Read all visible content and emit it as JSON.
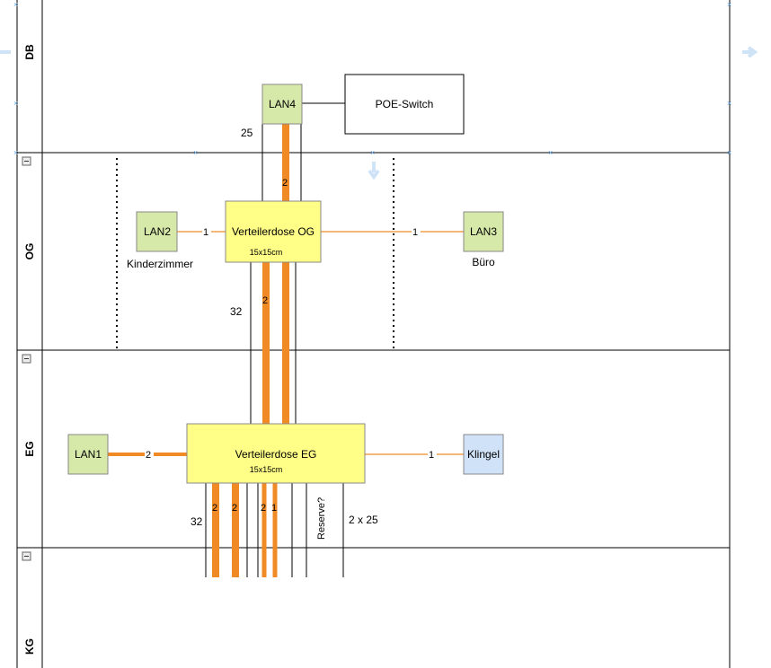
{
  "lanes": [
    {
      "id": "DB",
      "label": "DB",
      "collapse_icon": false
    },
    {
      "id": "OG",
      "label": "OG",
      "collapse_icon": true
    },
    {
      "id": "EG",
      "label": "EG",
      "collapse_icon": true
    },
    {
      "id": "KG",
      "label": "KG",
      "collapse_icon": true
    }
  ],
  "nodes": {
    "lan4": {
      "label": "LAN4",
      "fill": "#d7e9a9"
    },
    "poe": {
      "label": "POE-Switch",
      "fill": "#ffffff"
    },
    "lan2": {
      "label": "LAN2",
      "fill": "#d7e9a9",
      "caption": "Kinderzimmer"
    },
    "lan3": {
      "label": "LAN3",
      "fill": "#d7e9a9",
      "caption": "Büro"
    },
    "vog": {
      "label": "Verteilerdose OG",
      "sub": "15x15cm",
      "fill": "#ffff88"
    },
    "veg": {
      "label": "Verteilerdose EG",
      "sub": "15x15cm",
      "fill": "#ffff88"
    },
    "lan1": {
      "label": "LAN1",
      "fill": "#d7e9a9"
    },
    "klingel": {
      "label": "Klingel",
      "fill": "#cfe2f7"
    }
  },
  "edge_labels": {
    "lan4_25": "25",
    "vog_top_2": "2",
    "lan2_1": "1",
    "lan3_1": "1",
    "og_32": "32",
    "og_bottom_2": "2",
    "lan1_2": "2",
    "klingel_1": "1",
    "eg_32": "32",
    "eg_2a": "2",
    "eg_2b": "2",
    "eg_2c": "2",
    "eg_1": "1",
    "reserve": "Reserve?",
    "eg_2x25": "2 x 25"
  },
  "colors": {
    "orange": "#f08a24",
    "line": "#000000",
    "accent": "#6aa8e8"
  }
}
